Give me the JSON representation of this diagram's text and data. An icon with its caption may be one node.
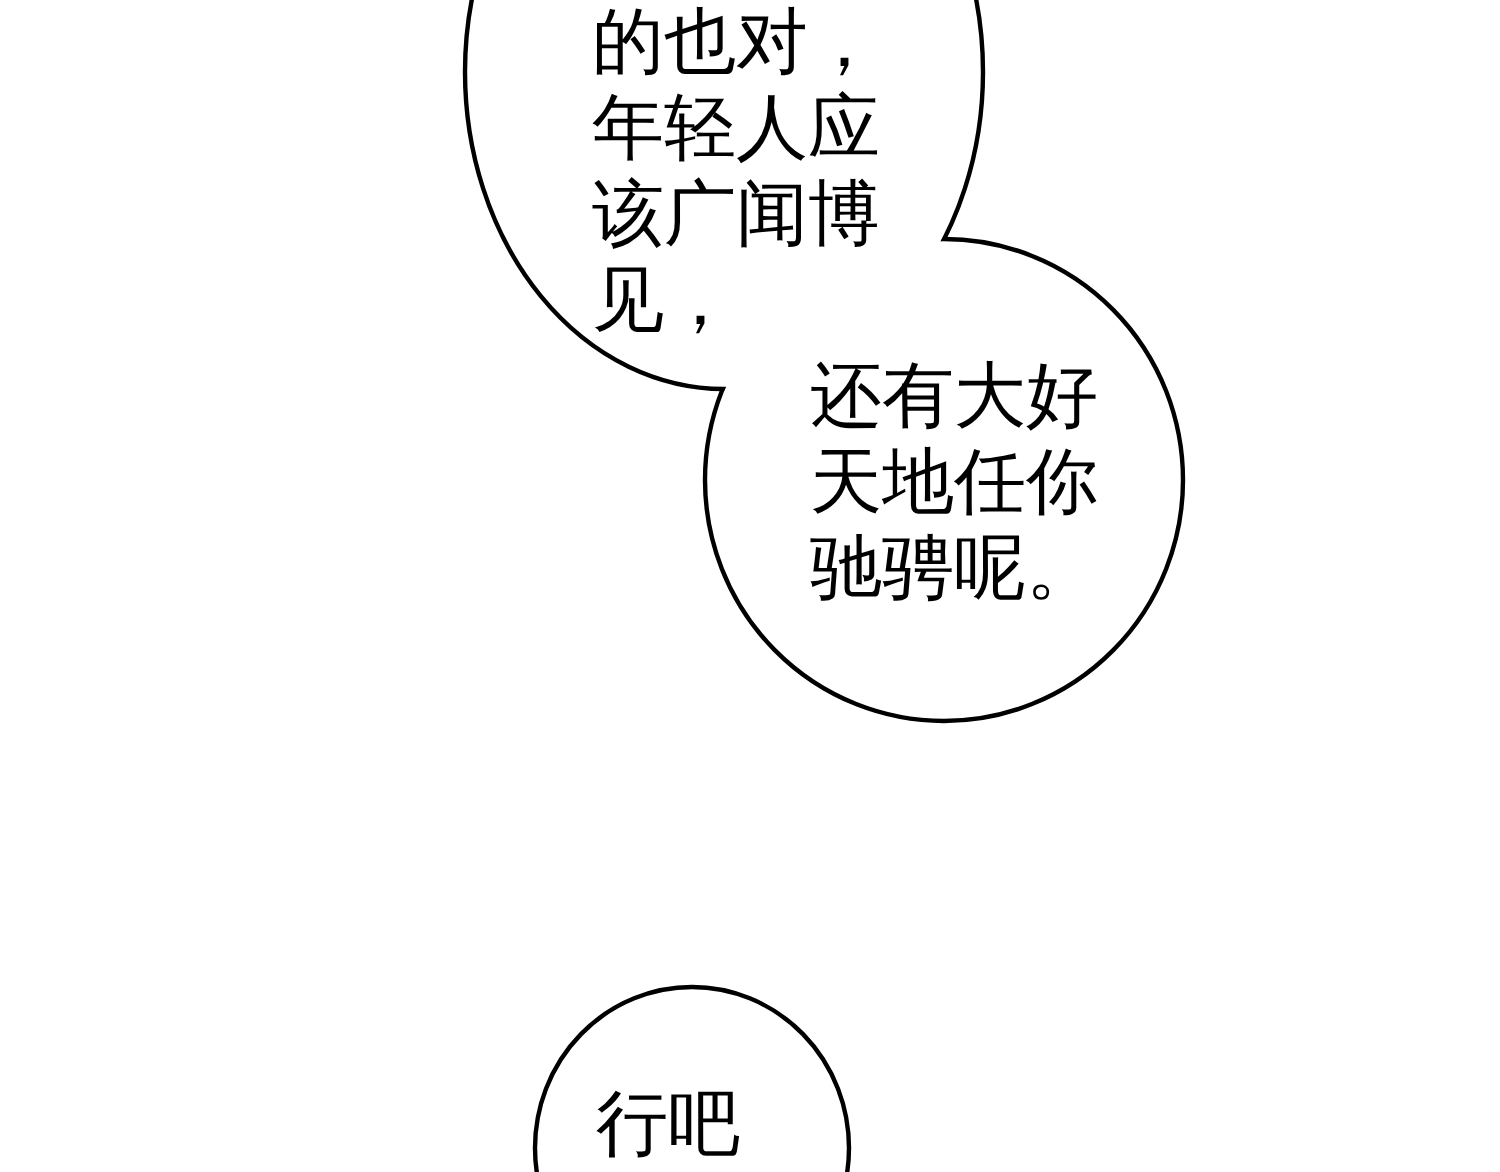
{
  "diagram": {
    "nodes": [
      {
        "text": [
          "的也对，年轻人应该广闻博见，"
        ]
      },
      {
        "text": [
          "还有大好天地任你驰骋呢。"
        ]
      },
      {
        "text": [
          "行吧"
        ]
      }
    ]
  }
}
